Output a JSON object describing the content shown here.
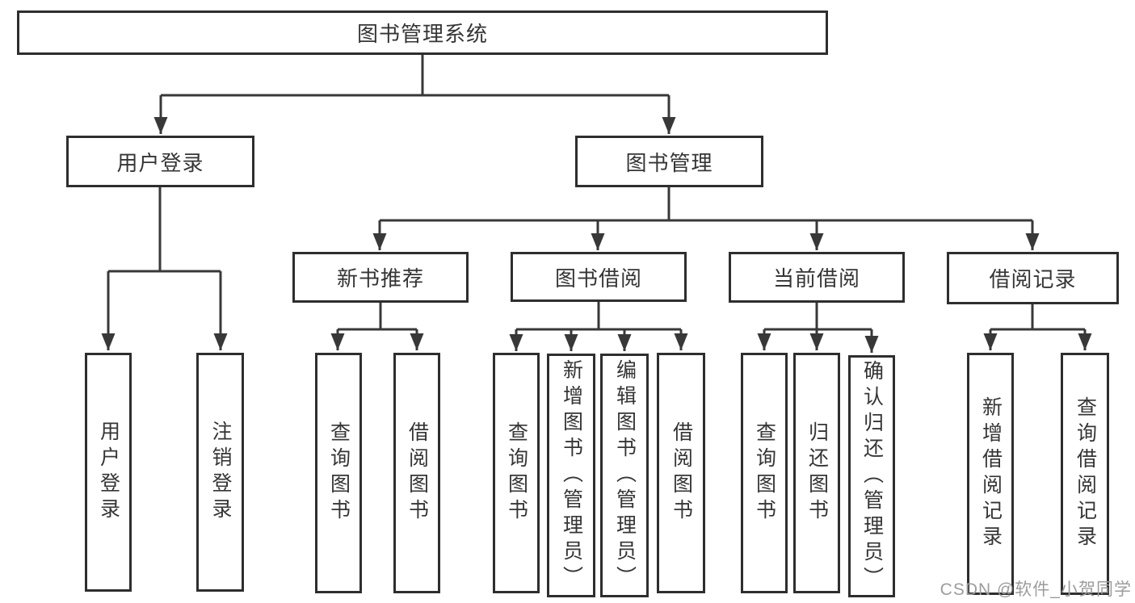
{
  "title": "图书管理系统",
  "watermark": "CSDN @软件_小贺同学",
  "colors": {
    "line": "#383838",
    "box_border": "#2e2e2e",
    "text": "#353535",
    "watermark_text": "#9c9c9c",
    "background": "#ffffff"
  },
  "tree": {
    "root": {
      "label": "图书管理系统",
      "children": [
        {
          "label": "用户登录",
          "children": [
            {
              "label": "用户登录"
            },
            {
              "label": "注销登录"
            }
          ]
        },
        {
          "label": "图书管理",
          "children": [
            {
              "label": "新书推荐",
              "children": [
                {
                  "label": "查询图书"
                },
                {
                  "label": "借阅图书"
                }
              ]
            },
            {
              "label": "图书借阅",
              "children": [
                {
                  "label": "查询图书"
                },
                {
                  "label": "新增图书（管理员）"
                },
                {
                  "label": "编辑图书（管理员）"
                },
                {
                  "label": "借阅图书"
                }
              ]
            },
            {
              "label": "当前借阅",
              "children": [
                {
                  "label": "查询图书"
                },
                {
                  "label": "归还图书"
                },
                {
                  "label": "确认归还（管理员）"
                }
              ]
            },
            {
              "label": "借阅记录",
              "children": [
                {
                  "label": "新增借阅记录"
                },
                {
                  "label": "查询借阅记录"
                }
              ]
            }
          ]
        }
      ]
    }
  }
}
